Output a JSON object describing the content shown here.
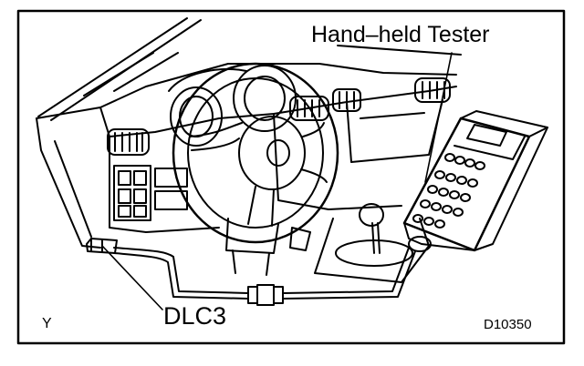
{
  "figure": {
    "labels": {
      "tester": "Hand–held Tester",
      "connector": "DLC3",
      "corner_mark": "Y",
      "code": "D10350"
    },
    "colors": {
      "ink": "#000000",
      "paper": "#ffffff"
    }
  }
}
